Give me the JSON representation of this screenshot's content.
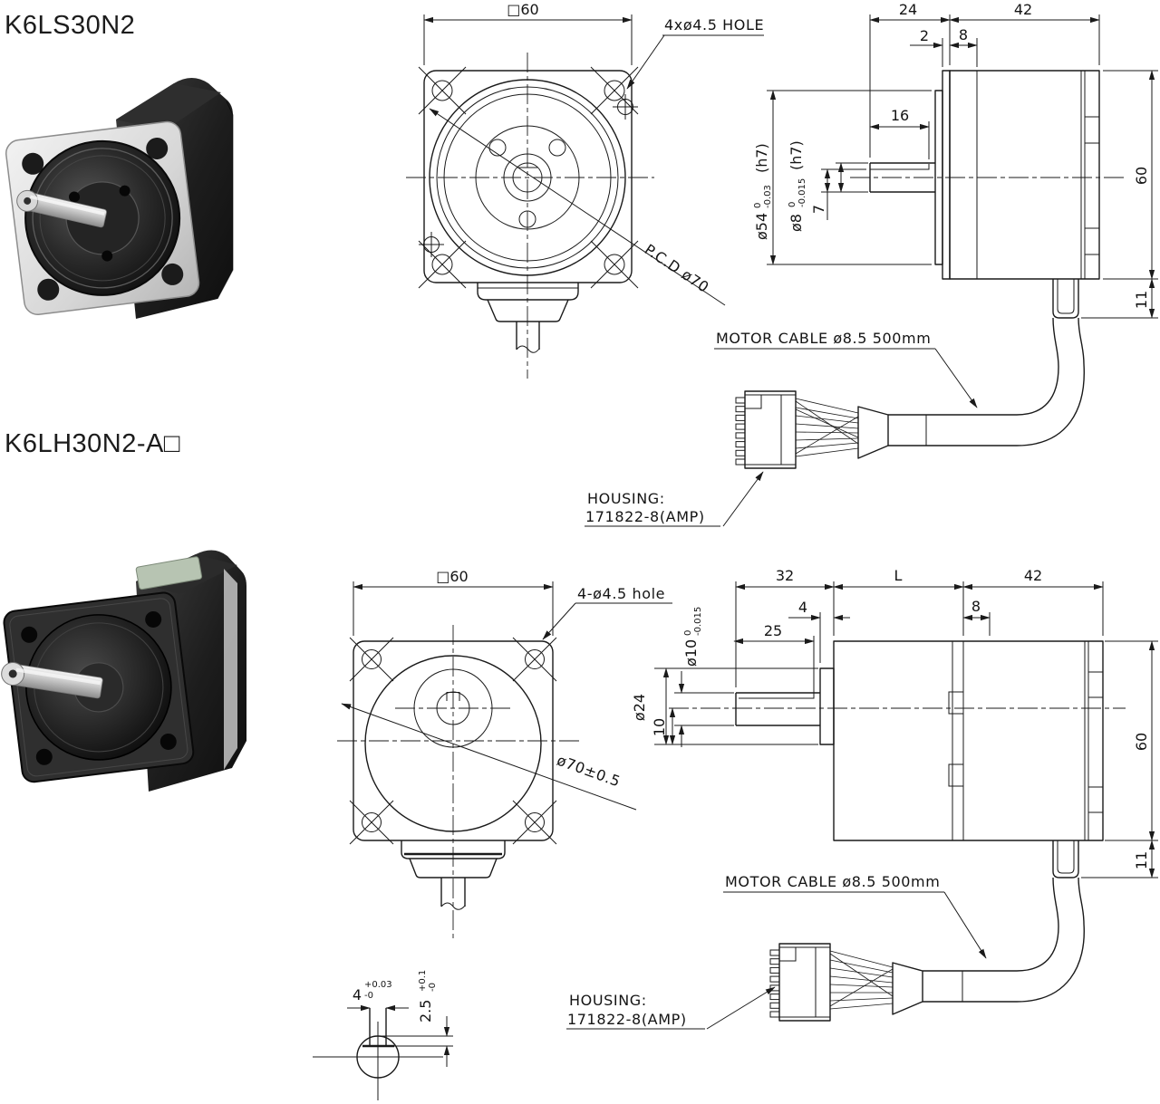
{
  "titles": {
    "model1": "K6LS30N2",
    "model2": "K6LH30N2-A□"
  },
  "model1": {
    "front": {
      "size": "□60",
      "holes": "4xø4.5 HOLE",
      "pcd": "P.C.D ø70"
    },
    "side": {
      "d24": "24",
      "d42": "42",
      "d2": "2",
      "d8": "8",
      "d16": "16",
      "d7": "7",
      "d60": "60",
      "d11": "11",
      "dia54": {
        "base": "ø54",
        "tol_top": "0",
        "tol_bot": "-0.03",
        "fit": "(h7)"
      },
      "dia8": {
        "base": "ø8",
        "tol_top": "0",
        "tol_bot": "-0.015",
        "fit": "(h7)"
      }
    },
    "cable": "MOTOR CABLE ø8.5 500mm",
    "housing1": "HOUSING:",
    "housing2": "171822-8(AMP)"
  },
  "model2": {
    "front": {
      "size": "□60",
      "holes": "4-ø4.5 hole",
      "dia": "ø70±0.5"
    },
    "side": {
      "d32": "32",
      "dL": "L",
      "d42": "42",
      "d4": "4",
      "d8": "8",
      "d25": "25",
      "d10": "10",
      "d60": "60",
      "d11": "11",
      "dia10": {
        "base": "ø10",
        "tol_top": "0",
        "tol_bot": "-0.015"
      },
      "dia24": "ø24"
    },
    "key": {
      "w_base": "4",
      "w_tol_top": "+0.03",
      "w_tol_bot": "-0",
      "h_base": "2.5",
      "h_tol_top": "+0.1",
      "h_tol_bot": "-0"
    },
    "cable": "MOTOR CABLE ø8.5 500mm",
    "housing1": "HOUSING:",
    "housing2": "171822-8(AMP)"
  }
}
